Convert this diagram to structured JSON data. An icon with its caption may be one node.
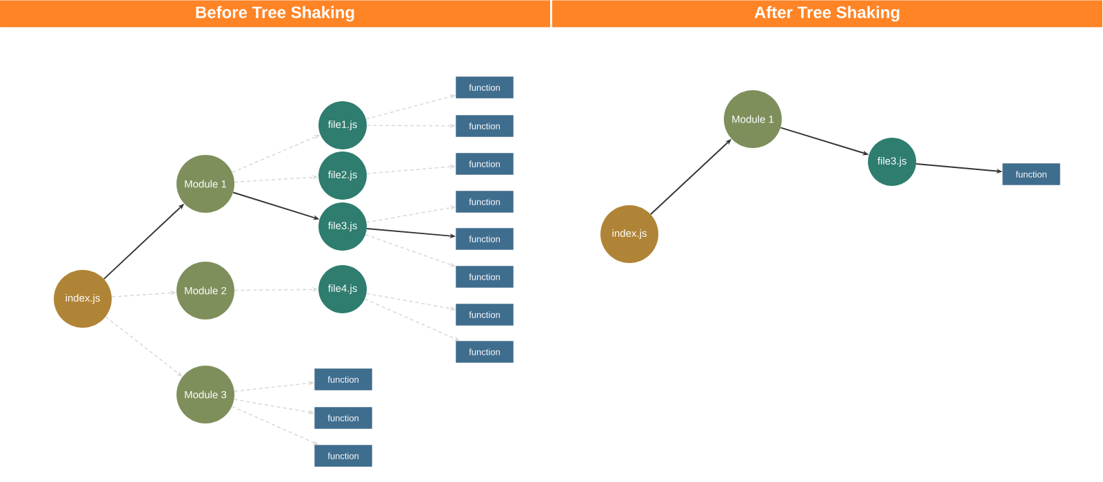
{
  "diagram": {
    "nodes": [
      {
        "text": [
          "Before Tree Shaking"
        ]
      },
      {
        "text": [
          "After Tree Shaking"
        ]
      },
      {
        "text": [
          "index.js"
        ]
      },
      {
        "text": [
          "Module 1"
        ]
      },
      {
        "text": [
          "Module 2"
        ]
      },
      {
        "text": [
          "Module 3"
        ]
      },
      {
        "text": [
          "file1.js"
        ]
      },
      {
        "text": [
          "file2.js"
        ]
      },
      {
        "text": [
          "file3.js"
        ]
      },
      {
        "text": [
          "file4.js"
        ]
      },
      {
        "text": [
          "function"
        ]
      },
      {
        "text": [
          "function"
        ]
      },
      {
        "text": [
          "function"
        ]
      },
      {
        "text": [
          "function"
        ]
      },
      {
        "text": [
          "function"
        ]
      },
      {
        "text": [
          "function"
        ]
      },
      {
        "text": [
          "function"
        ]
      },
      {
        "text": [
          "function"
        ]
      },
      {
        "text": [
          "function"
        ]
      },
      {
        "text": [
          "function"
        ]
      },
      {
        "text": [
          "function"
        ]
      },
      {
        "text": [
          "index.js"
        ]
      },
      {
        "text": [
          "Module 1"
        ]
      },
      {
        "text": [
          "file3.js"
        ]
      },
      {
        "text": [
          "function"
        ]
      }
    ],
    "edges": [
      {
        "from": 2,
        "to": 3,
        "arrow": "to",
        "color": "#333333"
      },
      {
        "from": 2,
        "to": 4,
        "arrow": "to",
        "style": "dashed"
      },
      {
        "from": 2,
        "to": 5,
        "arrow": "to",
        "style": "dashed"
      },
      {
        "from": 3,
        "to": 6,
        "arrow": "to",
        "style": "dashed"
      },
      {
        "from": 3,
        "to": 7,
        "arrow": "to",
        "style": "dashed"
      },
      {
        "from": 3,
        "to": 8,
        "arrow": "to",
        "color": "#333333"
      },
      {
        "from": 4,
        "to": 9,
        "arrow": "to",
        "style": "dashed"
      },
      {
        "from": 6,
        "to": 10,
        "arrow": "to",
        "style": "dashed"
      },
      {
        "from": 6,
        "to": 11,
        "arrow": "to",
        "style": "dashed"
      },
      {
        "from": 7,
        "to": 12,
        "arrow": "to",
        "style": "dashed"
      },
      {
        "from": 8,
        "to": 13,
        "arrow": "to",
        "style": "dashed"
      },
      {
        "from": 8,
        "to": 14,
        "arrow": "to",
        "color": "#333333"
      },
      {
        "from": 8,
        "to": 15,
        "arrow": "to",
        "style": "dashed"
      },
      {
        "from": 9,
        "to": 16,
        "arrow": "to",
        "style": "dashed"
      },
      {
        "from": 9,
        "to": 17,
        "arrow": "to",
        "style": "dashed"
      },
      {
        "from": 5,
        "to": 18,
        "arrow": "to",
        "style": "dashed"
      },
      {
        "from": 5,
        "to": 19,
        "arrow": "to",
        "style": "dashed"
      },
      {
        "from": 5,
        "to": 20,
        "arrow": "to",
        "style": "dashed"
      },
      {
        "from": 21,
        "to": 22,
        "arrow": "to",
        "color": "#333333"
      },
      {
        "from": 22,
        "to": 23,
        "arrow": "to",
        "color": "#333333"
      },
      {
        "from": 23,
        "to": 24,
        "arrow": "to",
        "color": "#333333"
      }
    ]
  }
}
